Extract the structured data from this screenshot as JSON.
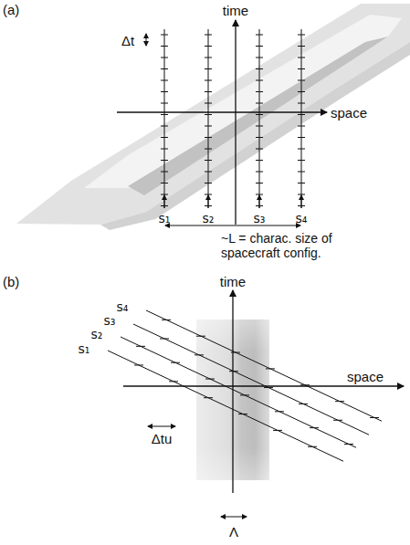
{
  "diagram": {
    "labels": [
      "(a)",
      "time",
      "space",
      "Δt",
      "s₁",
      "s₂",
      "s₃",
      "s₄",
      "~L = charac. size of spacecraft config.",
      "(b)",
      "time",
      "space",
      "s₄",
      "s₃",
      "s₂",
      "s₁",
      "Δtu",
      "Λ"
    ]
  }
}
